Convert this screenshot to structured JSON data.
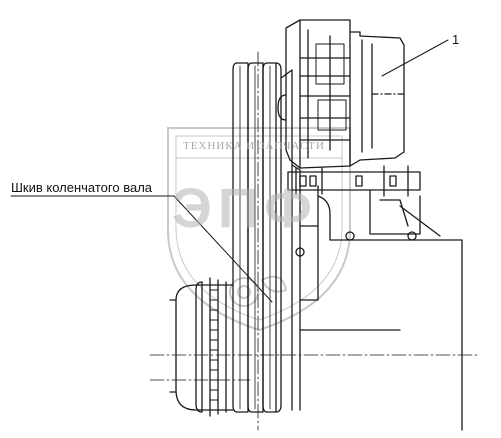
{
  "labels": {
    "pulley": "Шкив коленчатого вала",
    "callout_1": "1"
  },
  "watermark": {
    "caption": "ТЕХНИКА   И   ЗАПЧАСТИ",
    "letters": "ЭПФ"
  },
  "colors": {
    "line": "#1a1a1a",
    "watermark": "#b0b0b0",
    "background": "#ffffff"
  }
}
